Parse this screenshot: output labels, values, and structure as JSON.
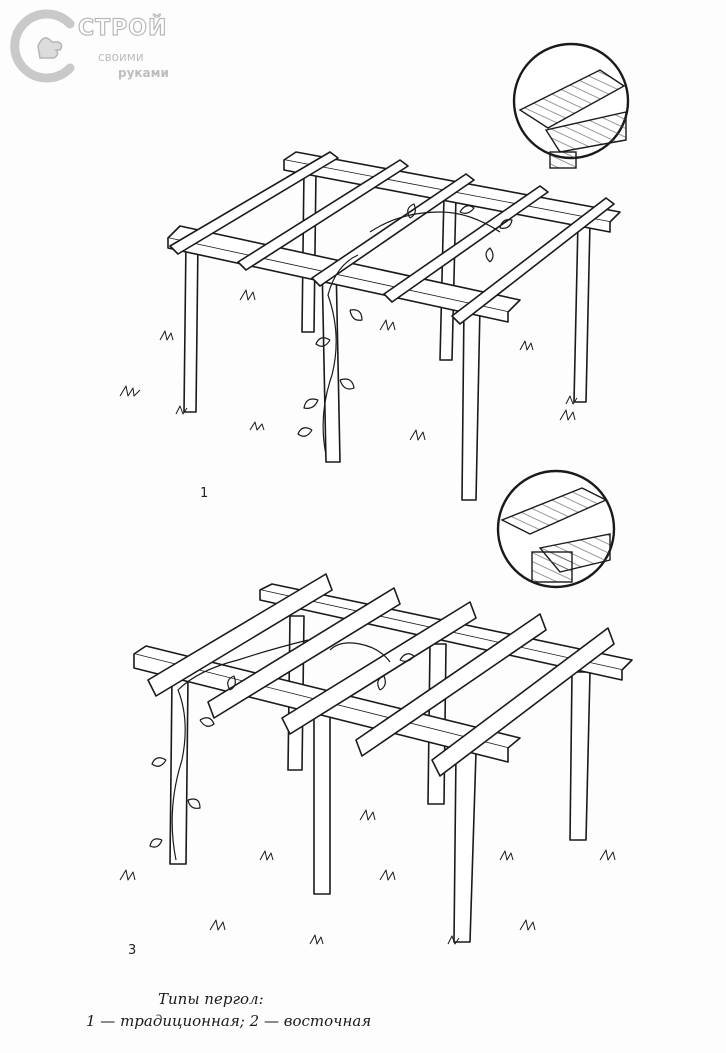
{
  "logo": {
    "main": "Строй",
    "line1": "своими",
    "line2": "руками"
  },
  "figure_labels": {
    "upper": "1",
    "lower": "3"
  },
  "caption": {
    "title": "Типы пергол:",
    "items": "1 — традиционная; 2 — восточная"
  }
}
